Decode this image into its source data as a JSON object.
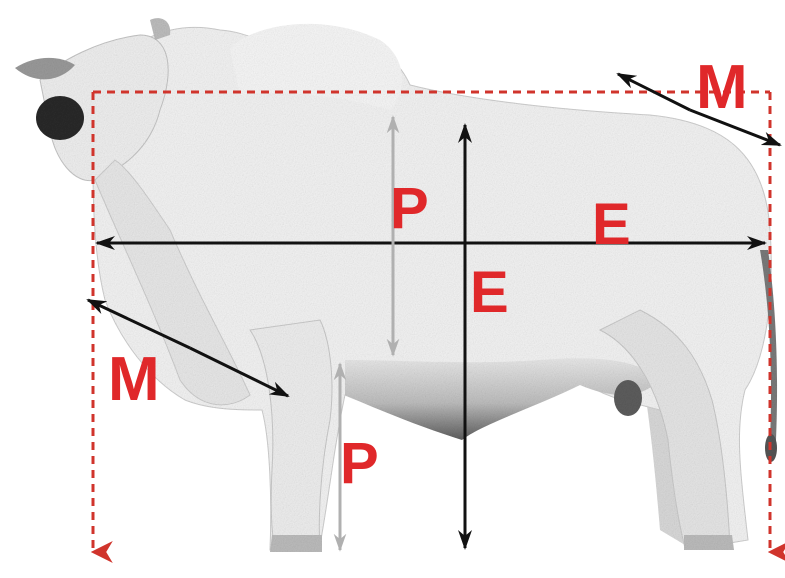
{
  "labels": {
    "muscle_top": "M",
    "muscle_left": "M",
    "depth_upper": "P",
    "depth_lower": "P",
    "length": "E",
    "height": "E"
  },
  "colors": {
    "label": "#e0282a",
    "frame": "#d0342c",
    "arrow_main": "#111111",
    "arrow_depth": "#b0b0b0",
    "animal_light": "#f1f1f1",
    "animal_shade": "#6a6a6a"
  },
  "illustration": "bull-side-view"
}
